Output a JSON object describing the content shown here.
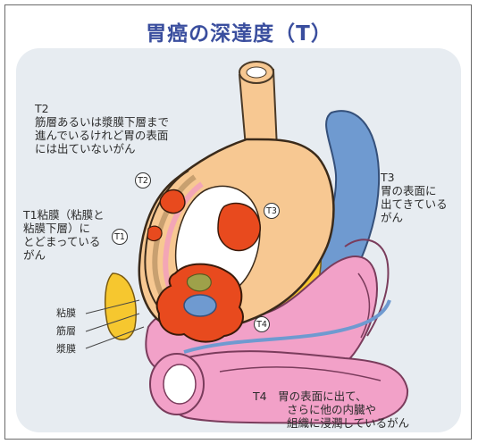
{
  "title": "胃癌の深達度（T）",
  "labels": {
    "t2": [
      "T2",
      "筋層あるいは漿膜下層まで",
      "進んでいるけれど胃の表面",
      "には出ていないがん"
    ],
    "t1": [
      "T1粘膜（粘膜と",
      "粘膜下層）に",
      "とどまっている",
      "がん"
    ],
    "t3": [
      "T3",
      "胃の表面に",
      "出てきている",
      "がん"
    ],
    "t4": [
      "T4　胃の表面に出て、",
      "さらに他の内臓や",
      "組織に浸潤しているがん"
    ],
    "layers": [
      "粘膜",
      "筋層",
      "漿膜"
    ]
  },
  "badges": {
    "t1": "T1",
    "t2": "T2",
    "t3": "T3",
    "t4": "T4"
  },
  "colors": {
    "title": "#3a4e9e",
    "stomach": "#f7c892",
    "tumor": "#e84a1e",
    "intestine": "#f2a1c8",
    "blue_organ": "#6f9ad0",
    "yellow_fat": "#f6c72f",
    "mucosa_pink": "#f3a6b6",
    "panel": "#e7ecf1"
  }
}
